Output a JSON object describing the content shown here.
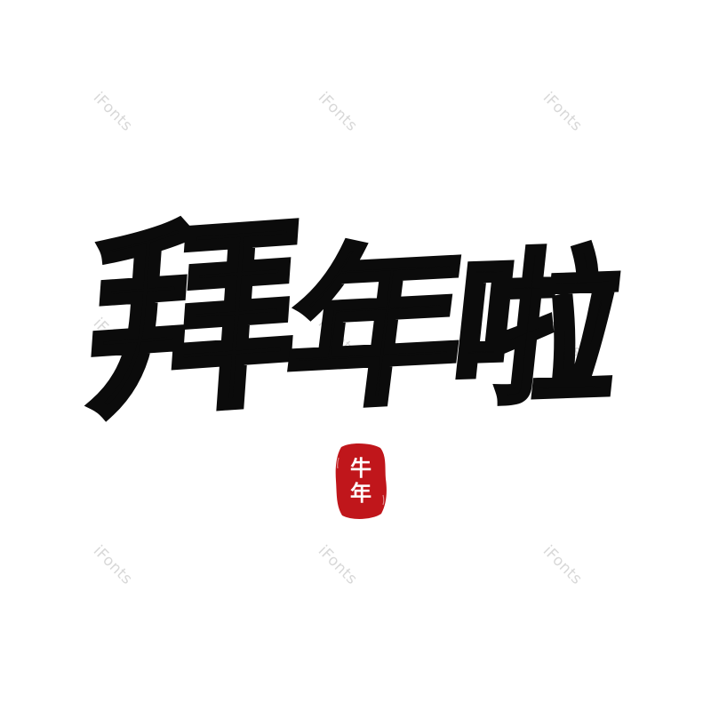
{
  "watermark": {
    "text": "iFonts",
    "color": "#d8d8d8"
  },
  "calligraphy": {
    "chars": [
      "拜",
      "年",
      "啦"
    ],
    "ink_color": "#0b0b0b"
  },
  "seal": {
    "chars": [
      "牛",
      "年"
    ],
    "color": "#c0161b"
  }
}
